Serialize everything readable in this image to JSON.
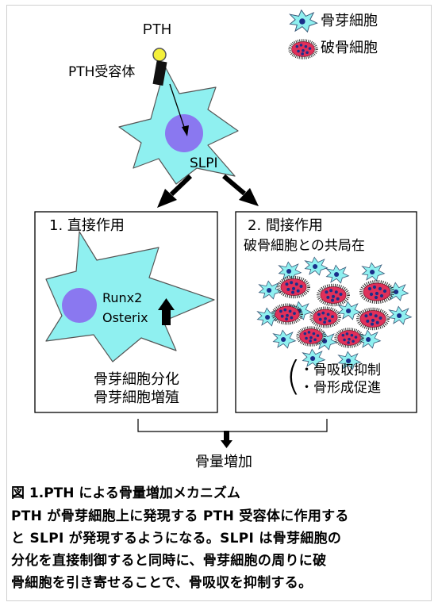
{
  "diagram": {
    "pth": "PTH",
    "pth_receptor": "PTH受容体",
    "slpi": "SLPI",
    "legend": {
      "osteoblast": "骨芽細胞",
      "osteoclast": "破骨細胞"
    },
    "box1": {
      "title": "1. 直接作用",
      "runx2": "Runx2",
      "osterix": "Osterix",
      "line1": "骨芽細胞分化",
      "line2": "骨芽細胞増殖"
    },
    "box2": {
      "title": "2. 間接作用",
      "subtitle": "破骨細胞との共局在",
      "paren": "(",
      "line1": "・骨吸収抑制",
      "line2": "・骨形成促進"
    },
    "result": "骨量増加"
  },
  "caption": {
    "title": "図 1.PTH による骨量増加メカニズム",
    "lines": [
      "PTH が骨芽細胞上に発現する PTH 受容体に作用する",
      "と SLPI が発現するようになる。SLPI は骨芽細胞の",
      "分化を直接制御すると同時に、骨芽細胞の周りに破",
      "骨細胞を引き寄せることで、骨吸収を抑制する。"
    ]
  },
  "colors": {
    "osteoblast_fill": "#8ff0f0",
    "nucleus": "#8a78f0",
    "osteoclast_fill": "#e0305a",
    "osteoclast_dot": "#1a2f8a",
    "pth_ball": "#f4f03a"
  }
}
